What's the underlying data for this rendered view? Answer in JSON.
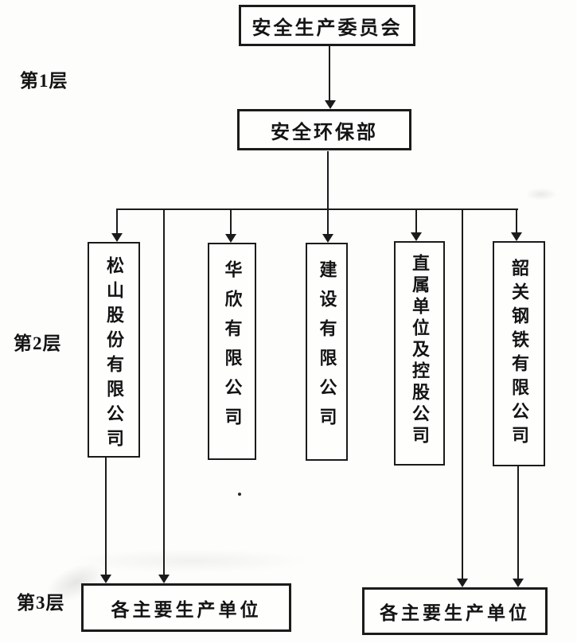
{
  "diagram": {
    "title_box": {
      "label": "安全生产委员会"
    },
    "dept_box": {
      "label": "安全环保部"
    },
    "layer_labels": [
      {
        "label": "第1层"
      },
      {
        "label": "第2层"
      },
      {
        "label": "第3层"
      }
    ],
    "companies": [
      {
        "label": "松山股份有限公司"
      },
      {
        "label": "华欣有限公司"
      },
      {
        "label": "建设有限公司"
      },
      {
        "label": "直属单位及控股公司"
      },
      {
        "label": "韶关钢铁有限公司"
      }
    ],
    "production_units": [
      {
        "label": "各主要生产单位"
      },
      {
        "label": "各主要生产单位"
      }
    ],
    "structure": {
      "root": "安全生产委员会",
      "edges": [
        [
          "安全生产委员会",
          "安全环保部"
        ],
        [
          "安全环保部",
          "松山股份有限公司"
        ],
        [
          "安全环保部",
          "华欣有限公司"
        ],
        [
          "安全环保部",
          "建设有限公司"
        ],
        [
          "安全环保部",
          "直属单位及控股公司"
        ],
        [
          "安全环保部",
          "韶关钢铁有限公司"
        ],
        [
          "安全环保部",
          "各主要生产单位(左)"
        ],
        [
          "松山股份有限公司",
          "各主要生产单位(左)"
        ],
        [
          "安全环保部",
          "各主要生产单位(右)"
        ],
        [
          "韶关钢铁有限公司",
          "各主要生产单位(右)"
        ]
      ]
    },
    "colors": {
      "line": "#1b1b1b",
      "text": "#141414",
      "background": "#fdfdfb"
    }
  }
}
